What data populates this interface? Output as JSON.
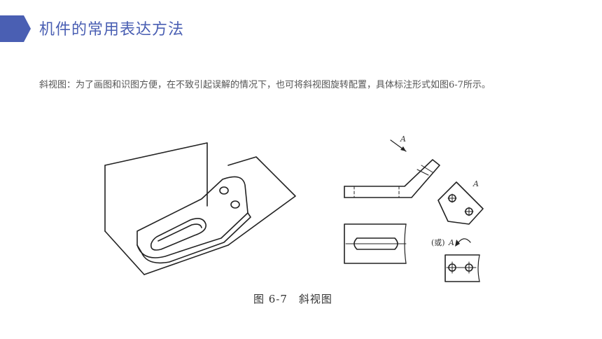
{
  "header": {
    "title": "机件的常用表达方法",
    "accent_color": "#4a5fb3"
  },
  "content": {
    "paragraph": "斜视图：为了画图和识图方便，在不致引起误解的情况下，也可将斜视图旋转配置，具体标注形式如图6-7所示。"
  },
  "figure": {
    "caption": "图 6-7　斜视图",
    "label_view": "A",
    "label_or": "(或)"
  }
}
